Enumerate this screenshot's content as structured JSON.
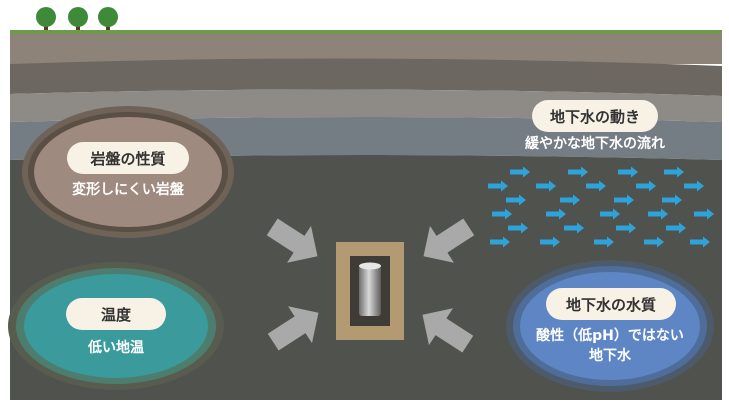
{
  "rock": {
    "title": "岩盤の性質",
    "desc": "変形しにくい岩盤"
  },
  "temp": {
    "title": "温度",
    "desc": "低い地温"
  },
  "flow": {
    "title": "地下水の動き",
    "desc": "緩やかな地下水の流れ"
  },
  "quality": {
    "title": "地下水の水質",
    "desc1": "酸性（低pH）ではない",
    "desc2": "地下水"
  },
  "colors": {
    "ground": "#4f524d",
    "rock_ellipse": "#9e8a7e",
    "temp_ellipse": "#3a9a9c",
    "quality_ellipse": "#5f86c4",
    "flow_arrow": "#2ea3d9",
    "repository": "#b39a72",
    "converging_arrow": "#a9a9a9",
    "tree": "#3e8a38"
  }
}
